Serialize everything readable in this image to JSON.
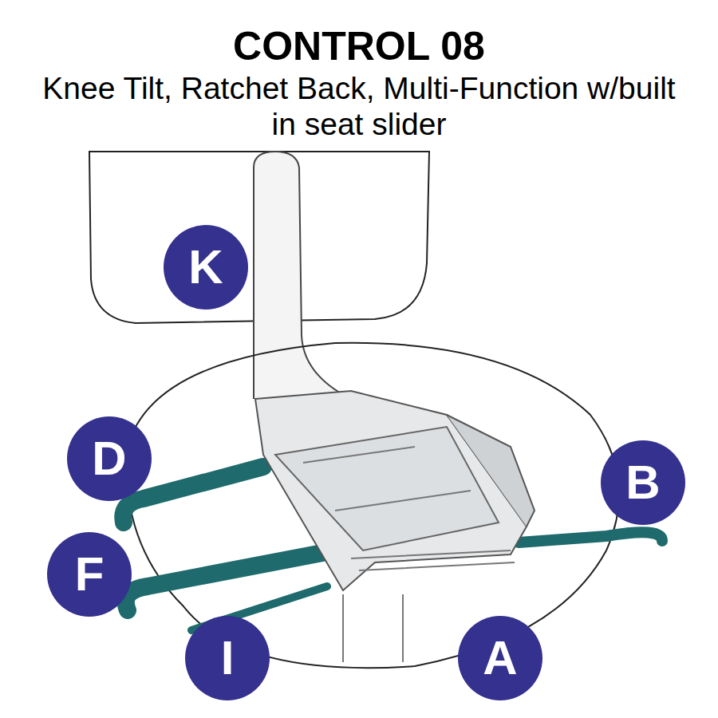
{
  "diagram": {
    "title": "CONTROL 08",
    "nodes": [
      {
        "text": [
          "K"
        ]
      },
      {
        "text": [
          "D"
        ]
      },
      {
        "text": [
          "B"
        ]
      },
      {
        "text": [
          "F"
        ]
      },
      {
        "text": [
          "I"
        ]
      },
      {
        "text": [
          "A"
        ]
      }
    ],
    "labels": [
      "Knee Tilt, Ratchet Back, Multi-Function w/built in seat slider"
    ]
  }
}
